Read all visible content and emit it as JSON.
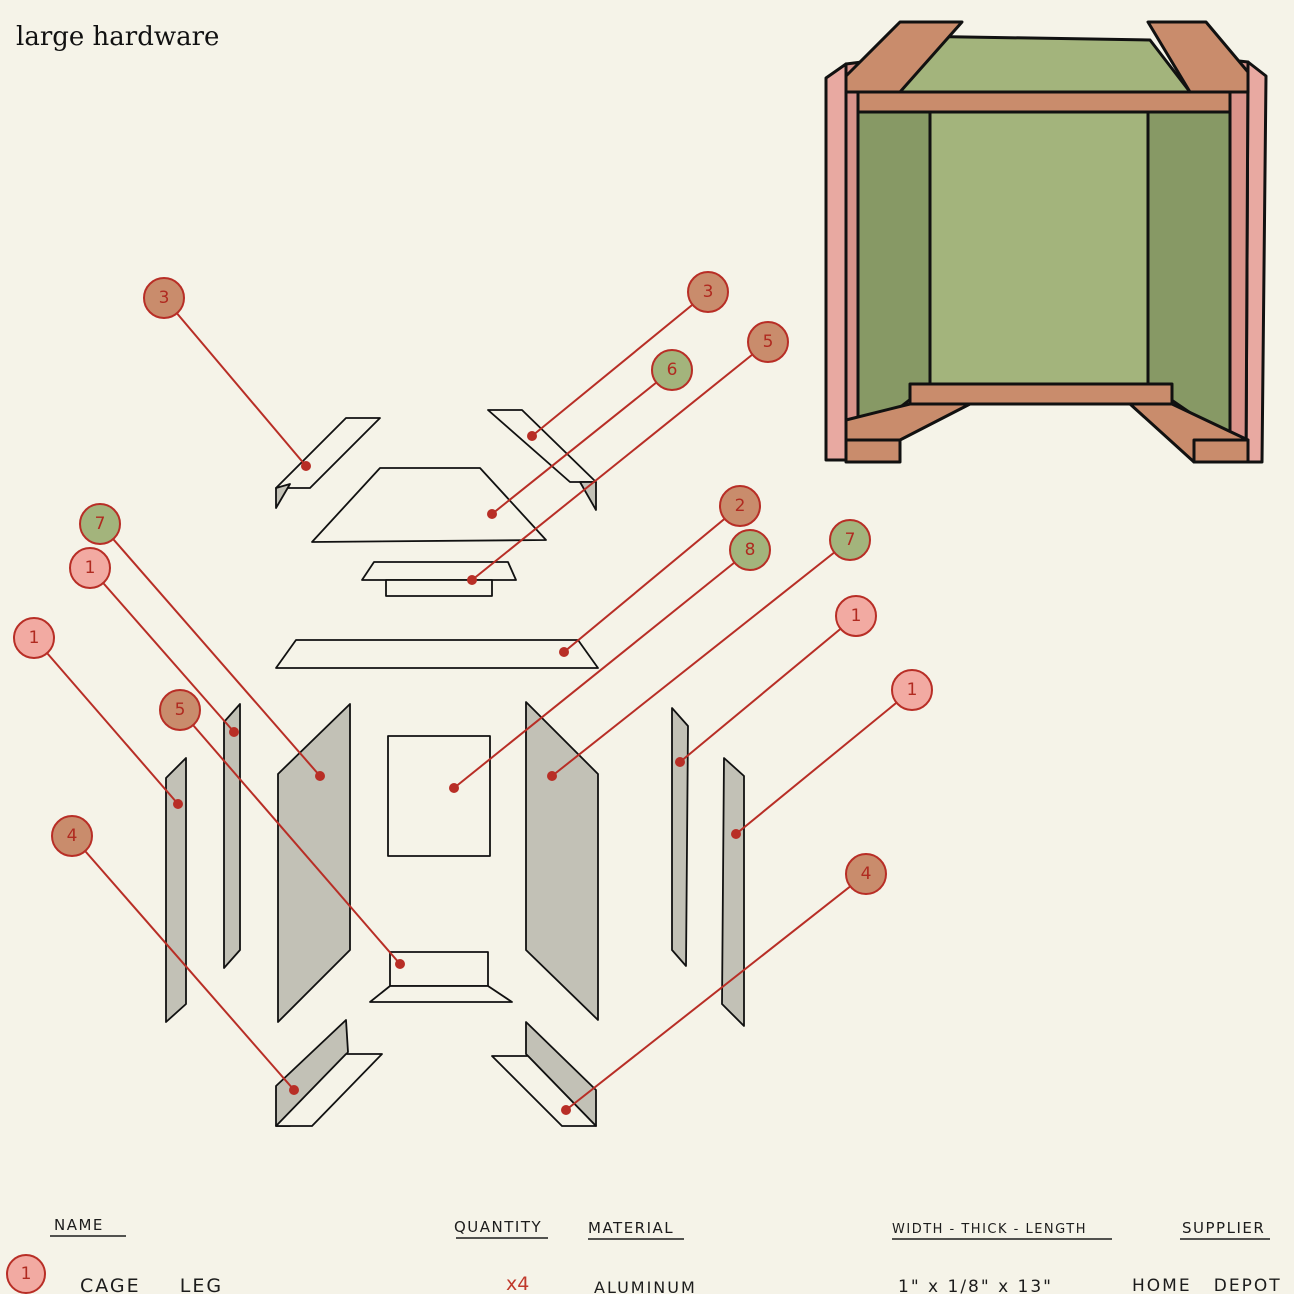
{
  "title": "large hardware",
  "callouts": [
    {
      "num": "3",
      "kind": "brown"
    },
    {
      "num": "3",
      "kind": "brown"
    },
    {
      "num": "6",
      "kind": "green"
    },
    {
      "num": "5",
      "kind": "brown"
    },
    {
      "num": "7",
      "kind": "green"
    },
    {
      "num": "1",
      "kind": "pink"
    },
    {
      "num": "2",
      "kind": "brown"
    },
    {
      "num": "8",
      "kind": "green"
    },
    {
      "num": "7",
      "kind": "green"
    },
    {
      "num": "1",
      "kind": "pink"
    },
    {
      "num": "1",
      "kind": "pink"
    },
    {
      "num": "1",
      "kind": "pink"
    },
    {
      "num": "5",
      "kind": "brown"
    },
    {
      "num": "4",
      "kind": "brown"
    },
    {
      "num": "4",
      "kind": "brown"
    }
  ],
  "colors": {
    "pink": "#f2aaa2",
    "brown": "#c98c6c",
    "green": "#a3b47c",
    "line": "#b82e26",
    "panel_grey": "#c2c1b6",
    "paper": "#f5f3e8"
  },
  "table": {
    "headers": {
      "name": "NAME",
      "quantity": "QUANTITY",
      "material": "MATERIAL",
      "dimensions": "WIDTH - THICK - LENGTH",
      "supplier": "SUPPLIER"
    },
    "rows": [
      {
        "index": "1",
        "name": "CAGE __ LEG",
        "quantity": "x4",
        "material": "ALUMINUM",
        "dimensions": "1\" x 1/8\" x 13\"",
        "supplier": "HOME   DEPOT"
      }
    ]
  }
}
